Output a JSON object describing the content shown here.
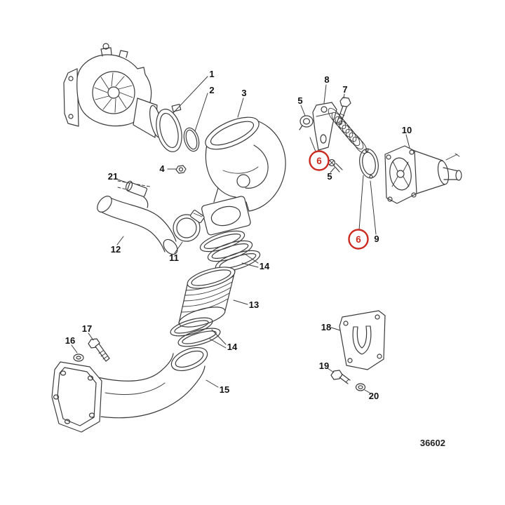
{
  "diagram": {
    "figure_number": "36602",
    "balloon_color": "#cc2a1f",
    "line_color": "#3b3b3b",
    "background": "#ffffff"
  },
  "callouts": {
    "n1": "1",
    "n2": "2",
    "n3": "3",
    "n4": "4",
    "n5": "5",
    "n6": "6",
    "n7": "7",
    "n8": "8",
    "n9": "9",
    "n10": "10",
    "n11": "11",
    "n12": "12",
    "n13": "13",
    "n14": "14",
    "n15": "15",
    "n16": "16",
    "n17": "17",
    "n18": "18",
    "n19": "19",
    "n20": "20",
    "n21": "21"
  }
}
